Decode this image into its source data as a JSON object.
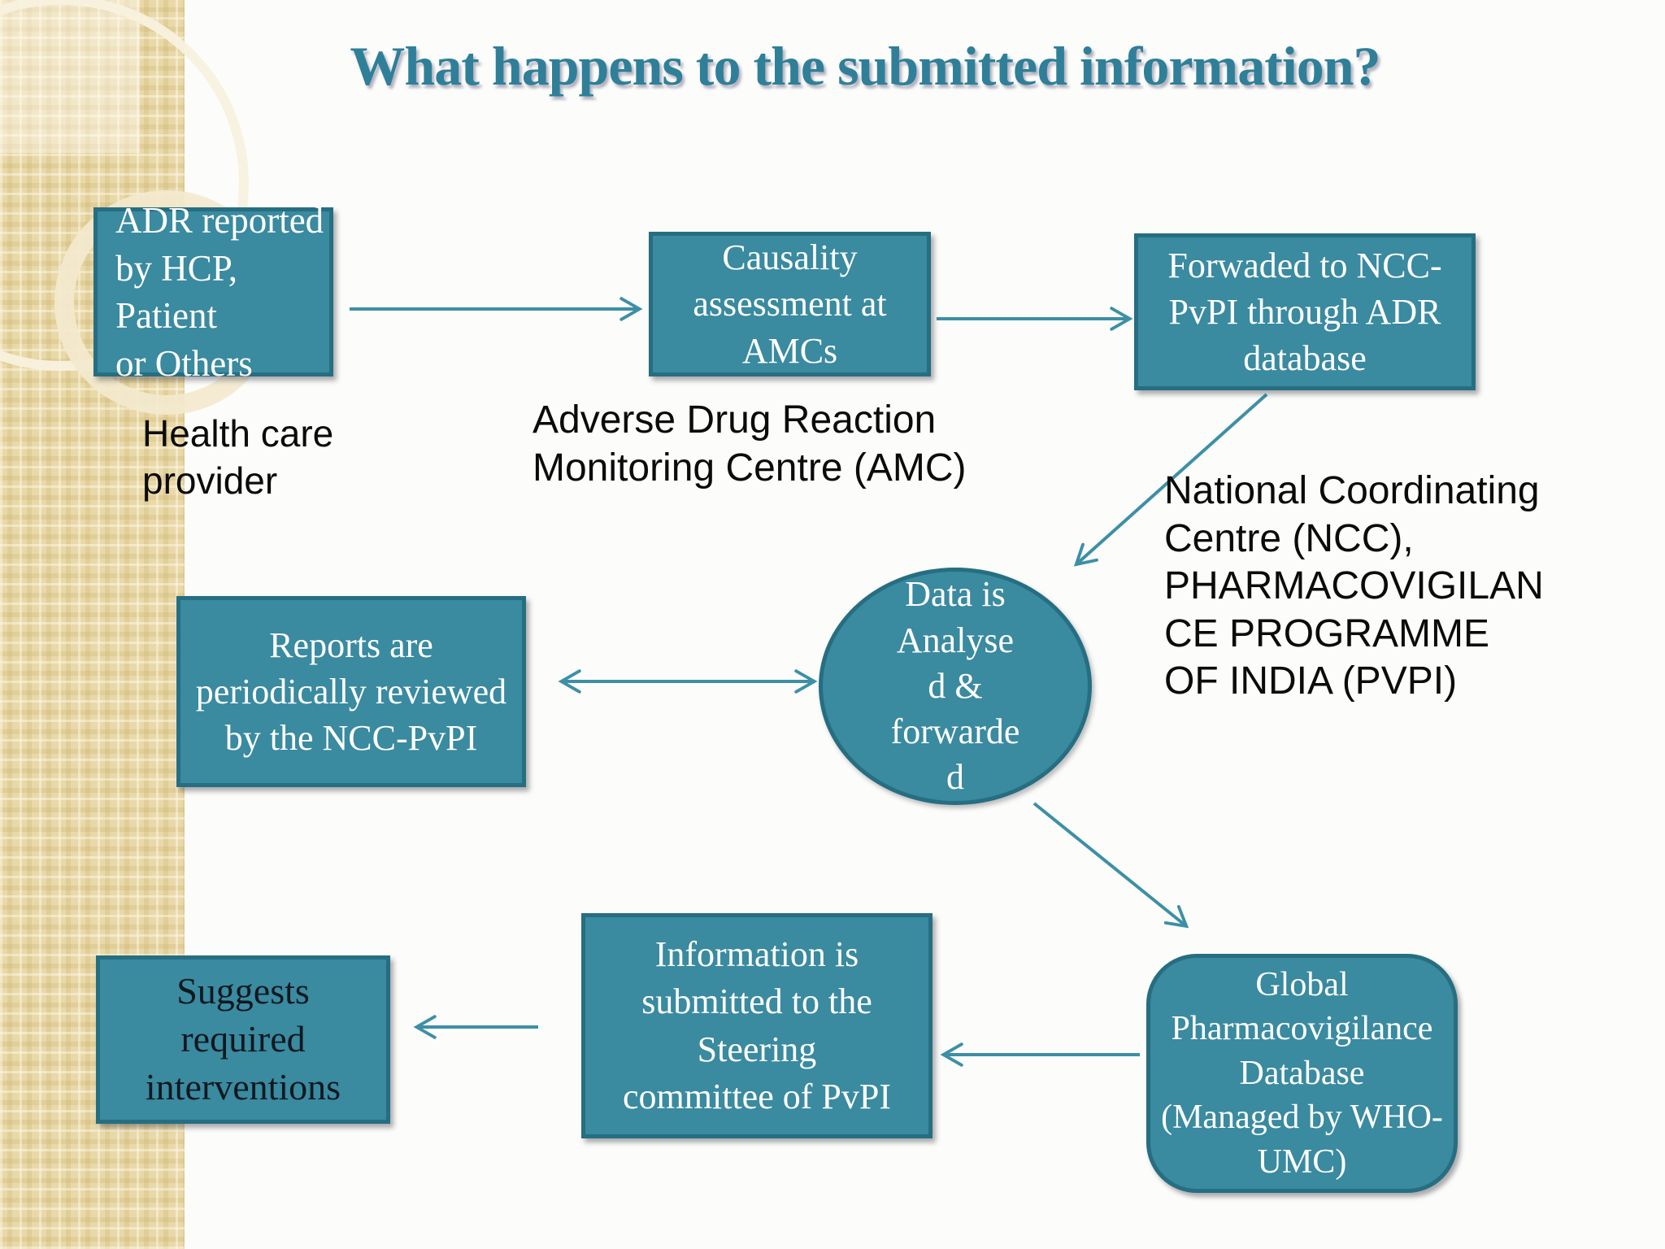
{
  "slide": {
    "title": "What happens to the submitted information?"
  },
  "nodes": {
    "adr_reported": {
      "text": "ADR reported\nby HCP, Patient\nor Others"
    },
    "causality": {
      "text": "Causality\nassessment at\nAMCs"
    },
    "forwarded": {
      "text": "Forwaded to NCC-\nPvPI through ADR\ndatabase"
    },
    "data_analysed": {
      "text": "Data is\nAnalyse\nd &\nforwarde\nd"
    },
    "reports_reviewed": {
      "text": "Reports are\nperiodically reviewed\nby the NCC-PvPI"
    },
    "suggests": {
      "text": "Suggests\nrequired\ninterventions"
    },
    "information": {
      "text": "Information is\nsubmitted to the\nSteering\ncommittee of PvPI"
    },
    "global_db": {
      "text": "Global\nPharmacovigilance\nDatabase\n(Managed by WHO-\nUMC)"
    }
  },
  "labels": {
    "health_care_provider": "Health care\nprovider",
    "amc": "Adverse Drug Reaction\nMonitoring Centre (AMC)",
    "ncc_pvpi": "National Coordinating\nCentre (NCC),\nPHARMACOVIGILAN\nCE PROGRAMME\nOF INDIA (PVPI)"
  },
  "colors": {
    "node_fill": "#3a8aa0",
    "node_border": "#266e81",
    "arrow": "#3d8fa6",
    "title_text": "#2f7f99",
    "node_text_light": "#ffffff",
    "node_text_dark": "#10181f",
    "label_text": "#0b0b0b",
    "sidebar": "#e9d9a9",
    "background": "#fcfcfa"
  }
}
